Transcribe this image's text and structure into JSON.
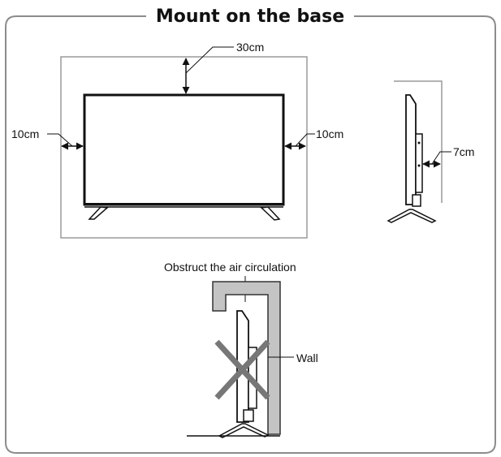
{
  "title": "Mount on the base",
  "labels": {
    "top_clearance": "30cm",
    "left_clearance": "10cm",
    "right_clearance": "10cm",
    "back_clearance": "7cm",
    "obstruct": "Obstruct the air circulation",
    "wall": "Wall"
  },
  "colors": {
    "border": "#8c8c8c",
    "line": "#111111",
    "clearance_box": "#9a9a9a",
    "wall_fill": "#c4c4c4",
    "cross": "#777777"
  }
}
